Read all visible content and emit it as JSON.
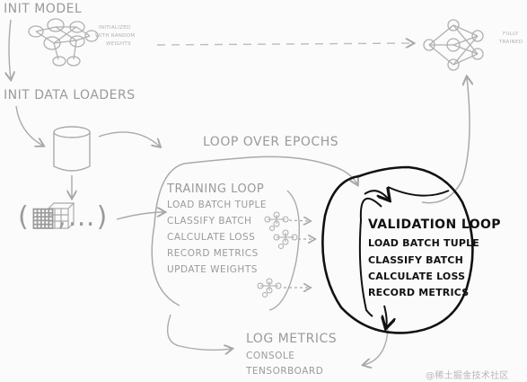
{
  "init_model": {
    "title": "INIT MODEL",
    "note": [
      "INITIALIZED",
      "WITH RANDOM",
      "WEIGHTS"
    ]
  },
  "trained_model": {
    "note": [
      "FULLY",
      "TRAINED"
    ]
  },
  "init_data_loaders": {
    "title": "INIT DATA LOADERS"
  },
  "tuple_label": "(▦,…)",
  "loop_over_epochs": "LOOP OVER EPOCHS",
  "training_loop": {
    "title": "TRAINING LOOP",
    "steps": [
      "LOAD BATCH TUPLE",
      "CLASSIFY BATCH",
      "CALCULATE LOSS",
      "RECORD METRICS",
      "UPDATE WEIGHTS"
    ]
  },
  "validation_loop": {
    "title": "VALIDATION LOOP",
    "steps": [
      "LOAD BATCH TUPLE",
      "CLASSIFY BATCH",
      "CALCULATE LOSS",
      "RECORD METRICS"
    ]
  },
  "log_metrics": {
    "title": "LOG METRICS",
    "targets": [
      "CONSOLE",
      "TENSORBOARD"
    ]
  },
  "watermark": "@稀土掘金技术社区",
  "colors": {
    "light_ink": "#9a9a9a",
    "dark_ink": "#111111",
    "background": "#fbfbfb"
  }
}
